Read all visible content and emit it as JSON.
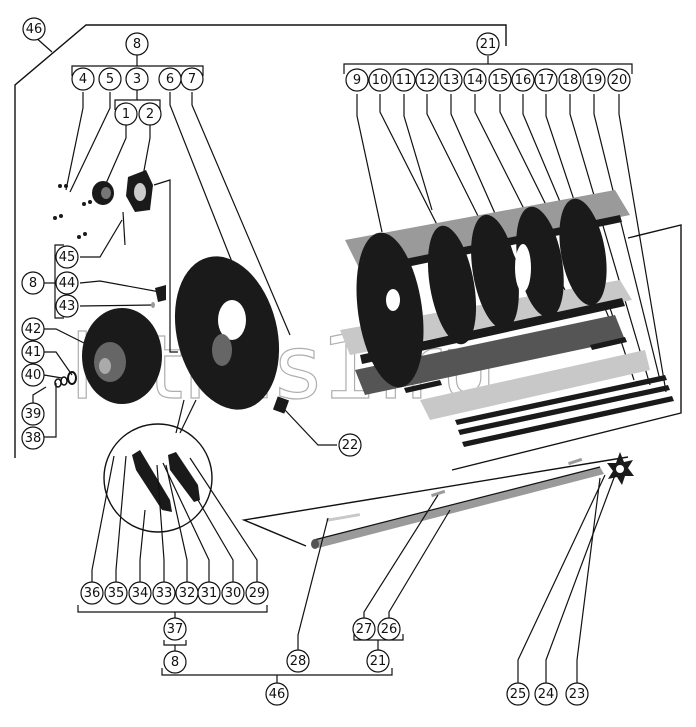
{
  "diagram": {
    "title": "Threshing drum assembly exploded view",
    "watermark": "letrus1.ru",
    "callouts": {
      "c46a": "46",
      "c8a": "8",
      "c4": "4",
      "c5": "5",
      "c3": "3",
      "c6": "6",
      "c7": "7",
      "c1": "1",
      "c2": "2",
      "c21a": "21",
      "c9": "9",
      "c10": "10",
      "c11": "11",
      "c12": "12",
      "c13": "13",
      "c14": "14",
      "c15": "15",
      "c16": "16",
      "c17": "17",
      "c18": "18",
      "c19": "19",
      "c20": "20",
      "c45": "45",
      "c8b": "8",
      "c44": "44",
      "c43": "43",
      "c42": "42",
      "c41": "41",
      "c40": "40",
      "c39": "39",
      "c38": "38",
      "c22": "22",
      "c36": "36",
      "c35": "35",
      "c34": "34",
      "c33": "33",
      "c32": "32",
      "c31": "31",
      "c30": "30",
      "c29": "29",
      "c37": "37",
      "c8c": "8",
      "c28": "28",
      "c27": "27",
      "c26": "26",
      "c21b": "21",
      "c46b": "46",
      "c25": "25",
      "c24": "24",
      "c23": "23"
    },
    "components": {
      "hub_bearing": "bearing-housing",
      "flange_disc": "drum-end-disc",
      "pulley": "drive-pulley",
      "drum": "threshing-drum",
      "shaft": "drum-shaft",
      "sprocket": "star-sprocket",
      "rasp_bars": "rasp-bar-set",
      "detail_view": "rasp-bar-detail"
    }
  }
}
